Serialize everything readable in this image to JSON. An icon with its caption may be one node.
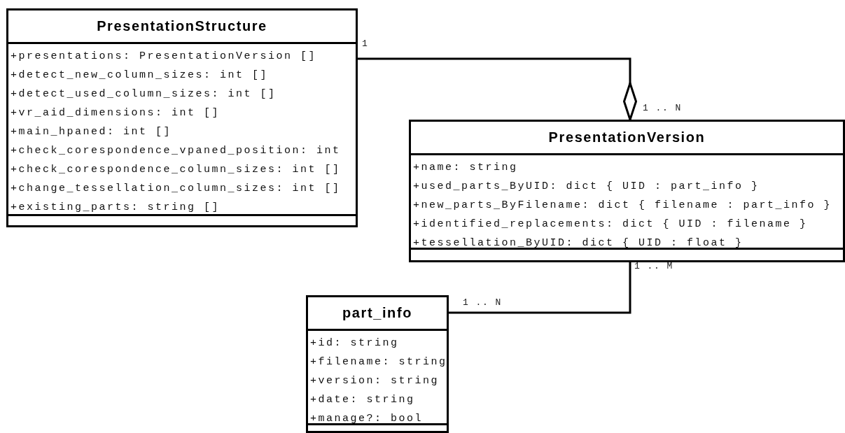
{
  "diagram": {
    "nodes": [
      {
        "text": [
          "PresentationStructure",
          "+presentations: PresentationVersion []",
          "+detect_new_column_sizes: int []",
          "+detect_used_column_sizes: int []",
          "+vr_aid_dimensions: int []",
          "+main_hpaned: int []",
          "+check_corespondence_vpaned_position: int",
          "+check_corespondence_column_sizes: int []",
          "+change_tessellation_column_sizes: int []",
          "+existing_parts: string []"
        ]
      },
      {
        "text": [
          "PresentationVersion",
          "+name: string",
          "+used_parts_ByUID: dict { UID : part_info }",
          "+new_parts_ByFilename: dict { filename : part_info }",
          "+identified_replacements: dict { UID : filename }",
          "+tessellation_ByUID: dict { UID : float }"
        ]
      },
      {
        "text": [
          "part_info",
          "+id: string",
          "+filename: string",
          "+version: string",
          "+date: string",
          "+manage?: bool"
        ]
      }
    ],
    "edges": [
      {
        "from": 0,
        "to": 1,
        "arrow": "other"
      },
      {
        "from": 1,
        "to": 2,
        "arrow": "none"
      }
    ],
    "labels": [
      "1",
      "1 .. N",
      "1 .. M",
      "1 .. N"
    ]
  }
}
